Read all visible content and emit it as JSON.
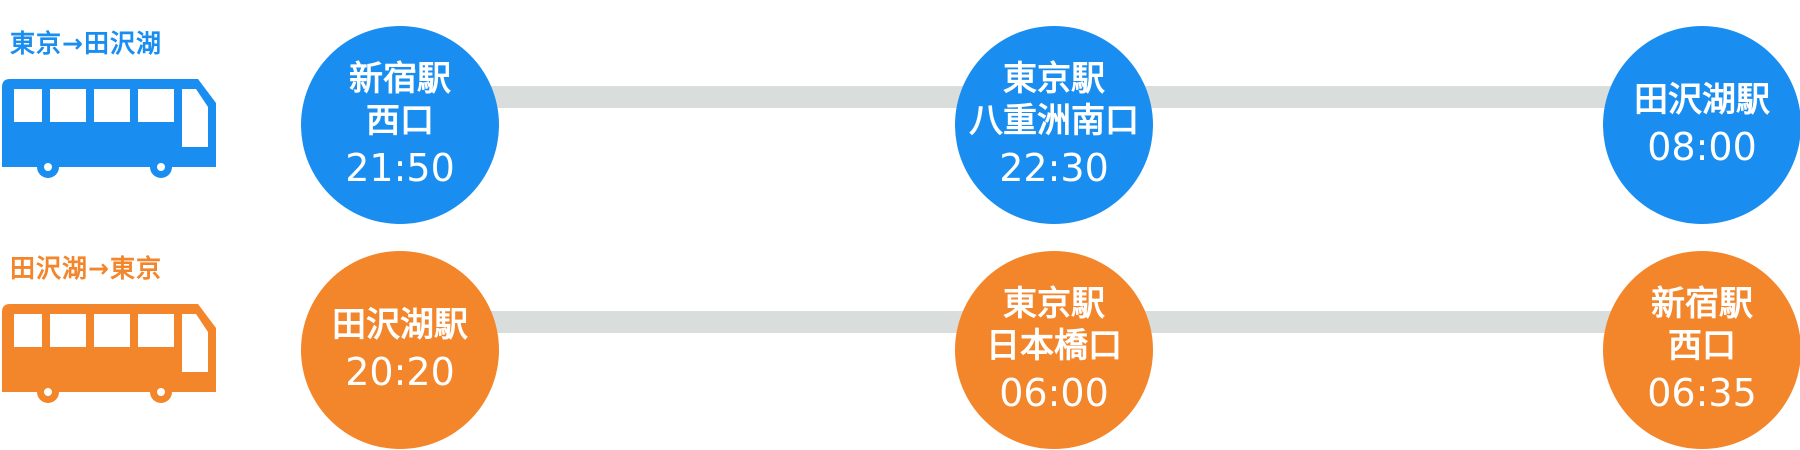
{
  "colors": {
    "outbound": "#1a8ef0",
    "inbound": "#f3852b",
    "track": "#d9dedc"
  },
  "routes": [
    {
      "direction_label": "東京→田沢湖",
      "icon": "bus-icon",
      "stops": [
        {
          "name": "新宿駅\n西口",
          "time": "21:50"
        },
        {
          "name": "東京駅\n八重洲南口",
          "time": "22:30"
        },
        {
          "name": "田沢湖駅",
          "time": "08:00"
        }
      ]
    },
    {
      "direction_label": "田沢湖→東京",
      "icon": "bus-icon",
      "stops": [
        {
          "name": "田沢湖駅",
          "time": "20:20"
        },
        {
          "name": "東京駅\n日本橋口",
          "time": "06:00"
        },
        {
          "name": "新宿駅\n西口",
          "time": "06:35"
        }
      ]
    }
  ]
}
